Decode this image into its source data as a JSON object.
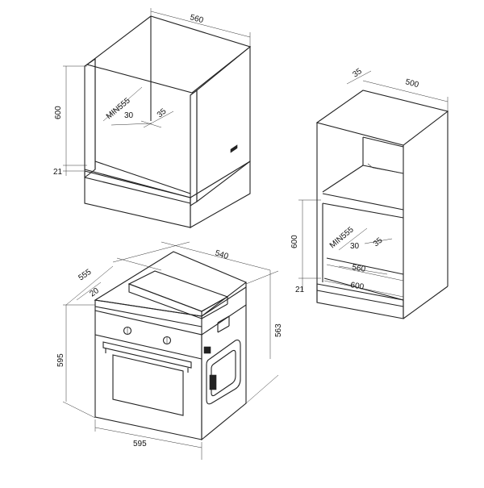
{
  "diagram": {
    "cabinet_under_counter": {
      "width": "560",
      "height": "600",
      "min_depth": "MIN555",
      "gap_a": "30",
      "gap_b": "35",
      "base": "21"
    },
    "cabinet_tall": {
      "top_width": "500",
      "top_offset": "35",
      "height": "600",
      "min_depth": "MIN555",
      "gap_a": "30",
      "gap_b": "35",
      "inner_width": "560",
      "outer_width": "600",
      "base": "21"
    },
    "oven": {
      "top_width": "540",
      "depth": "555",
      "panel": "20",
      "height": "595",
      "side_height": "563",
      "front_width": "595"
    }
  }
}
